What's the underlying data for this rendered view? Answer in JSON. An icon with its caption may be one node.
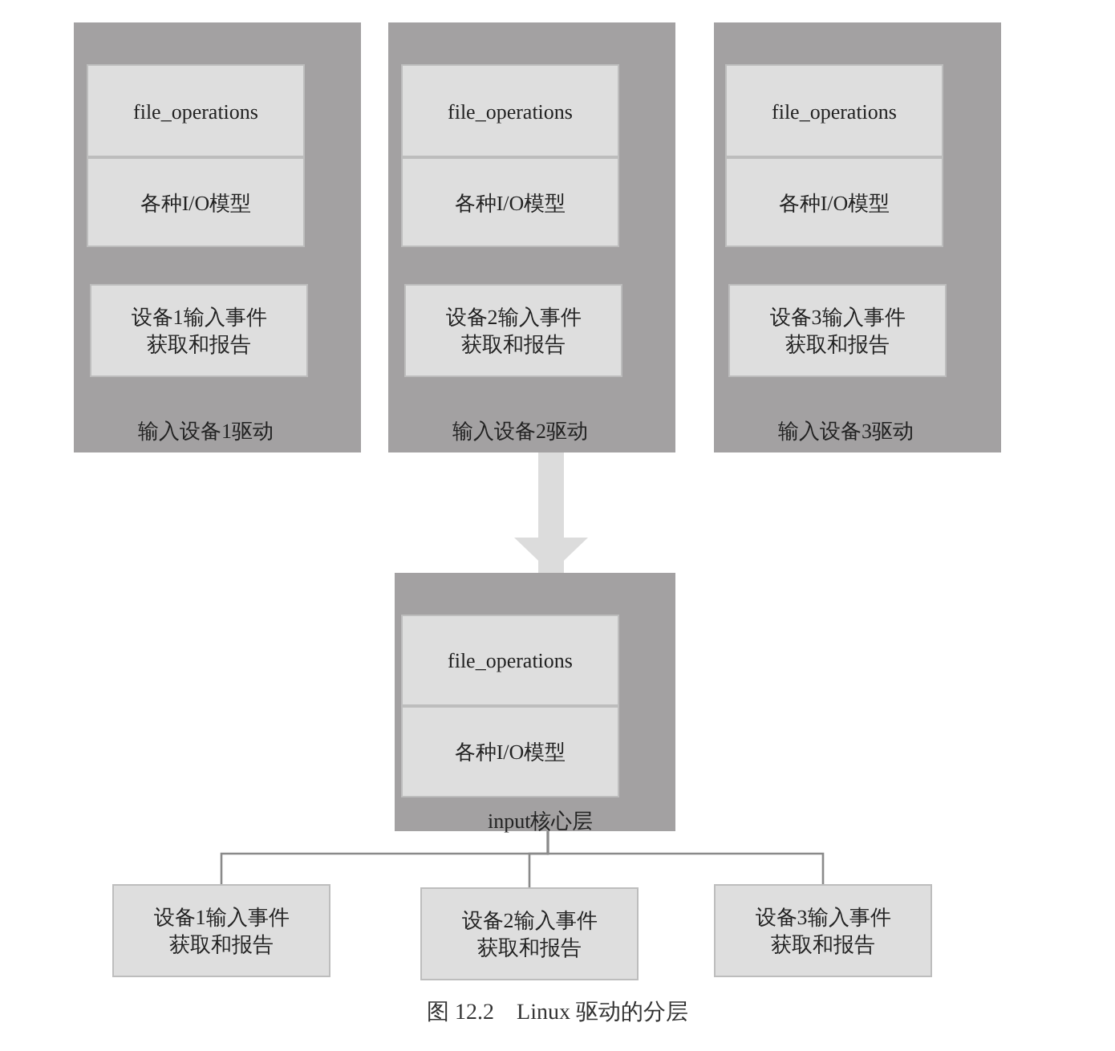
{
  "diagram": {
    "caption": "图 12.2　Linux 驱动的分层",
    "nodes": [
      {
        "text": [
          "输入设备1驱动"
        ]
      },
      {
        "text": [
          "file_operations"
        ],
        "in": 0
      },
      {
        "text": [
          "各种I/O模型"
        ],
        "in": 0
      },
      {
        "text": [
          "设备1输入事件获取和报告"
        ],
        "in": 0
      },
      {
        "text": [
          "输入设备2驱动"
        ]
      },
      {
        "text": [
          "file_operations"
        ],
        "in": 4
      },
      {
        "text": [
          "各种I/O模型"
        ],
        "in": 4
      },
      {
        "text": [
          "设备2输入事件获取和报告"
        ],
        "in": 4
      },
      {
        "text": [
          "输入设备3驱动"
        ]
      },
      {
        "text": [
          "file_operations"
        ],
        "in": 8
      },
      {
        "text": [
          "各种I/O模型"
        ],
        "in": 8
      },
      {
        "text": [
          "设备3输入事件获取和报告"
        ],
        "in": 8
      },
      {
        "text": [
          "input核心层"
        ]
      },
      {
        "text": [
          "file_operations"
        ],
        "in": 12
      },
      {
        "text": [
          "各种I/O模型"
        ],
        "in": 12
      },
      {
        "text": [
          "设备1输入事件获取和报告"
        ]
      },
      {
        "text": [
          "设备2输入事件获取和报告"
        ]
      },
      {
        "text": [
          "设备3输入事件获取和报告"
        ]
      }
    ],
    "edges": [
      {
        "from": 4,
        "to": 12,
        "arrow": "to",
        "style": "thick",
        "color": "#dcdcdc"
      },
      {
        "from": 12,
        "to": 15,
        "arrow": "none"
      },
      {
        "from": 12,
        "to": 16,
        "arrow": "none"
      },
      {
        "from": 12,
        "to": 17,
        "arrow": "none"
      }
    ]
  }
}
